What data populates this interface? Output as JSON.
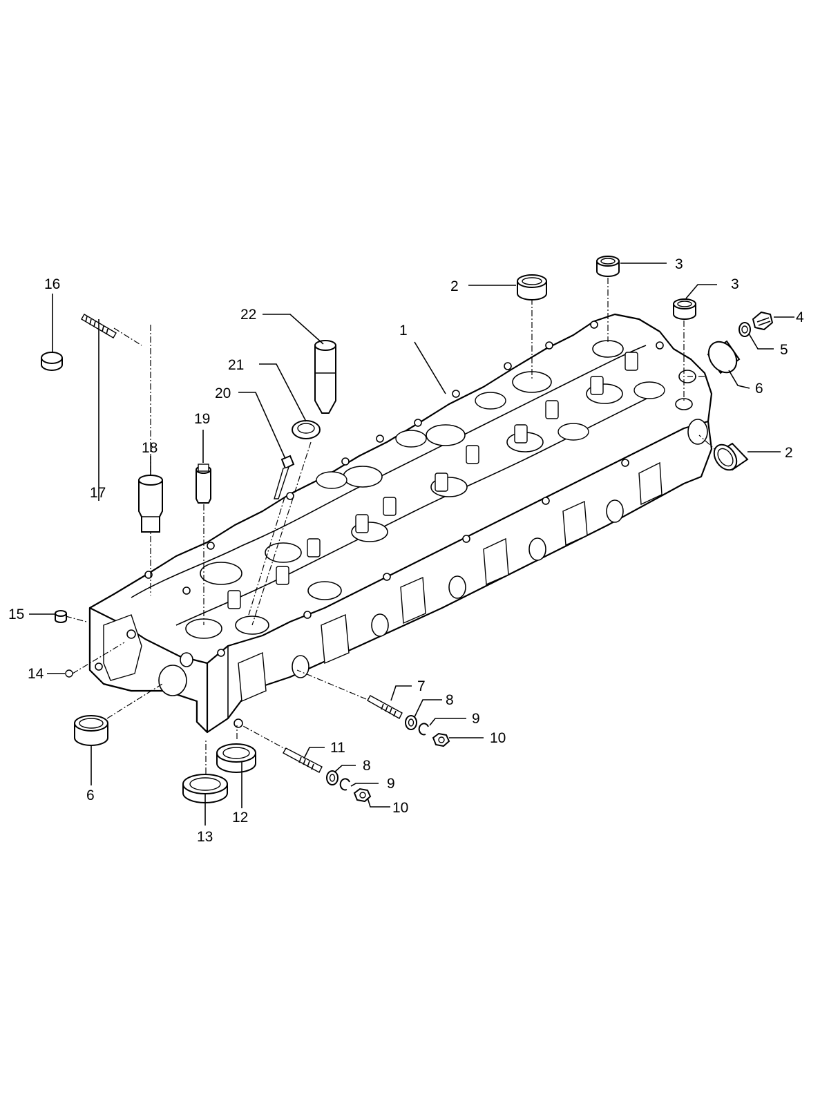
{
  "callouts": [
    {
      "id": "c1",
      "text": "1"
    },
    {
      "id": "c2a",
      "text": "2"
    },
    {
      "id": "c2b",
      "text": "2"
    },
    {
      "id": "c3a",
      "text": "3"
    },
    {
      "id": "c3b",
      "text": "3"
    },
    {
      "id": "c4",
      "text": "4"
    },
    {
      "id": "c5",
      "text": "5"
    },
    {
      "id": "c6a",
      "text": "6"
    },
    {
      "id": "c6b",
      "text": "6"
    },
    {
      "id": "c7",
      "text": "7"
    },
    {
      "id": "c8a",
      "text": "8"
    },
    {
      "id": "c8b",
      "text": "8"
    },
    {
      "id": "c9a",
      "text": "9"
    },
    {
      "id": "c9b",
      "text": "9"
    },
    {
      "id": "c10a",
      "text": "10"
    },
    {
      "id": "c10b",
      "text": "10"
    },
    {
      "id": "c11",
      "text": "11"
    },
    {
      "id": "c12",
      "text": "12"
    },
    {
      "id": "c13",
      "text": "13"
    },
    {
      "id": "c14",
      "text": "14"
    },
    {
      "id": "c15",
      "text": "15"
    },
    {
      "id": "c16",
      "text": "16"
    },
    {
      "id": "c17",
      "text": "17"
    },
    {
      "id": "c18",
      "text": "18"
    },
    {
      "id": "c19",
      "text": "19"
    },
    {
      "id": "c20",
      "text": "20"
    },
    {
      "id": "c21",
      "text": "21"
    },
    {
      "id": "c22",
      "text": "22"
    }
  ]
}
